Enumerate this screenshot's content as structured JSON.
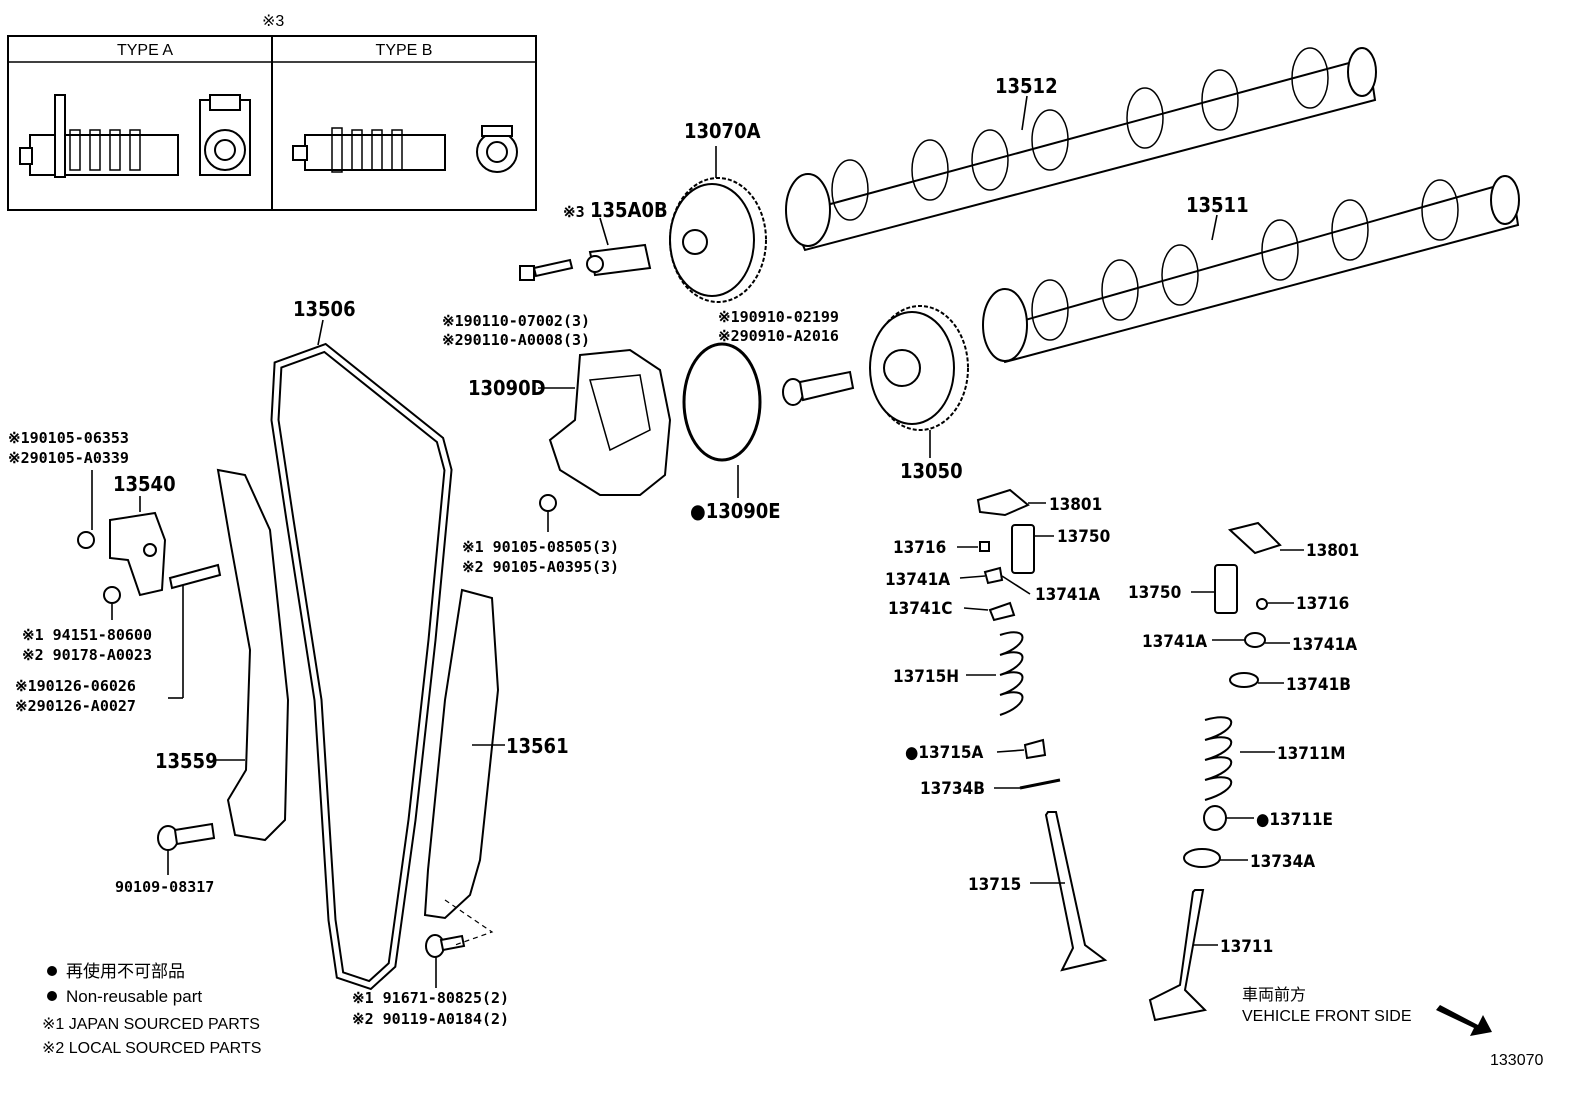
{
  "inset": {
    "note_mark": "※3",
    "type_a": "TYPE A",
    "type_b": "TYPE B"
  },
  "parts": {
    "camshaft_exhaust": "13512",
    "camshaft_intake": "13511",
    "gear_13070a": "13070A",
    "valve_135a0b": "135A0B",
    "valve_135a0b_mark": "※3",
    "bolt_a1": "※190110-07002(3)",
    "bolt_a2": "※290110-A0008(3)",
    "bolt_b1": "※190910-02199",
    "bolt_b2": "※290910-A2016",
    "chain": "13506",
    "cover": "13090D",
    "gasket": "●13090E",
    "gear_13050": "13050",
    "bolt_c1": "※190105-06353",
    "bolt_c2": "※290105-A0339",
    "tensioner": "13540",
    "bolt_d1": "※1 90105-08505(3)",
    "bolt_d2": "※2 90105-A0395(3)",
    "nut1": "※1 94151-80600",
    "nut2": "※2 90178-A0023",
    "stud1": "※190126-06026",
    "stud2": "※290126-A0027",
    "slipper": "13559",
    "damper": "13561",
    "bolt_e": "90109-08317",
    "bolt_f1": "※1 91671-80825(2)",
    "bolt_f2": "※2 90119-A0184(2)",
    "rocker_l": "13801",
    "lash_l": "13750",
    "cap_l": "13716",
    "keep_l1": "13741A",
    "keep_l2": "13741A",
    "retainer_l": "13741C",
    "spring_l": "13715H",
    "seal_l": "●13715A",
    "guide_l": "13734B",
    "valve_l": "13715",
    "rocker_r": "13801",
    "lash_r": "13750",
    "cap_r": "13716",
    "keep_r1": "13741A",
    "keep_r2": "13741A",
    "retainer_r": "13741B",
    "spring_r": "13711M",
    "seal_r": "●13711E",
    "seat_r": "13734A",
    "valve_r": "13711"
  },
  "legend": {
    "nonreuse_jp": "再使用不可部品",
    "nonreuse_en": "Non-reusable part",
    "note1": "※1 JAPAN SOURCED PARTS",
    "note2": "※2 LOCAL SOURCED PARTS"
  },
  "direction": {
    "jp": "車両前方",
    "en": "VEHICLE FRONT SIDE"
  },
  "figure_number": "133070"
}
